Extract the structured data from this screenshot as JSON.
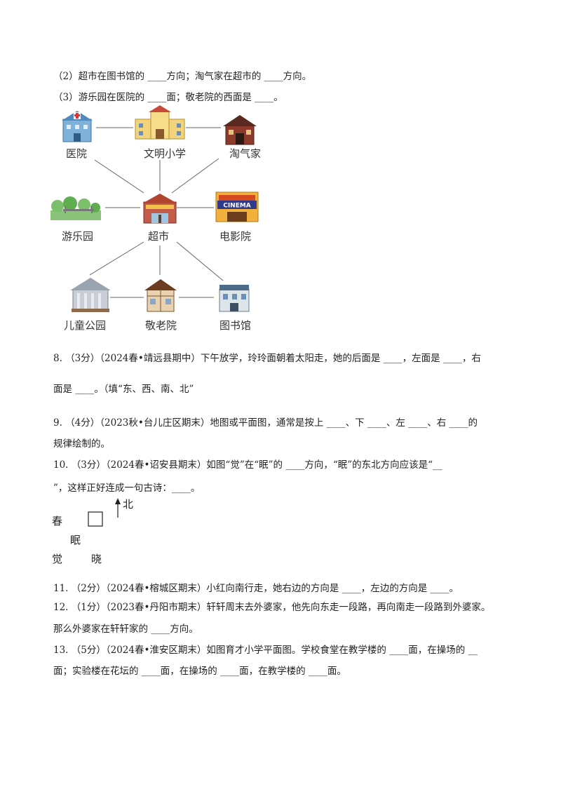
{
  "lines": {
    "q7_2": "（2）超市在图书馆的 ____方向；淘气家在超市的 ____方向。",
    "q7_3": "（3）游乐园在医院的 ____面；敬老院的西面是 ____。",
    "q8_a": "8. （3分）（2024春•靖远县期中）下午放学，玲玲面朝着太阳走，她的后面是 ____，左面是 ____，右",
    "q8_b": "面是 ____。（填“东、西、南、北”",
    "q9_a": "9. （4分）（2023秋•台儿庄区期末）地图或平面图，通常是按上 ____、下 ____、左 ____、右 ____的",
    "q9_b": "规律绘制的。",
    "q10_a": "10. （3分）（2024春•诏安县期末）如图“觉”在“眠”的 ____方向，“眠”的东北方向应该是“__",
    "q10_b": "”，这样正好连成一句古诗：____。",
    "q11": "11. （2分）（2024春•榕城区期末）小红向南行走，她右边的方向是 ____，左边的方向是 ____。",
    "q12_a": "12. （1分）（2023春•丹阳市期末）轩轩周末去外婆家，他先向东走一段路，再向南走一段路到外婆家。",
    "q12_b": "那么外婆家在轩轩家的 ____方向。",
    "q13_a": "13. （5分）（2024春•淮安区期末）如图育才小学平面图。学校食堂在教学楼的 ____面，在操场的 __",
    "q13_b": "面；实验楼在花坛的 ____面，在操场的 ____面，在教学楼的 ____面。"
  },
  "map": {
    "hospital": "医院",
    "school": "文明小学",
    "taoqi_home": "淘气家",
    "park": "游乐园",
    "supermarket": "超市",
    "cinema": "电影院",
    "cinema_sign": "CINEMA",
    "children_park": "儿童公园",
    "nursing_home": "敬老院",
    "library": "图书馆"
  },
  "q10_figure": {
    "north": "北",
    "chun": "春",
    "mian": "眠",
    "jue": "觉",
    "xiao": "晓"
  }
}
